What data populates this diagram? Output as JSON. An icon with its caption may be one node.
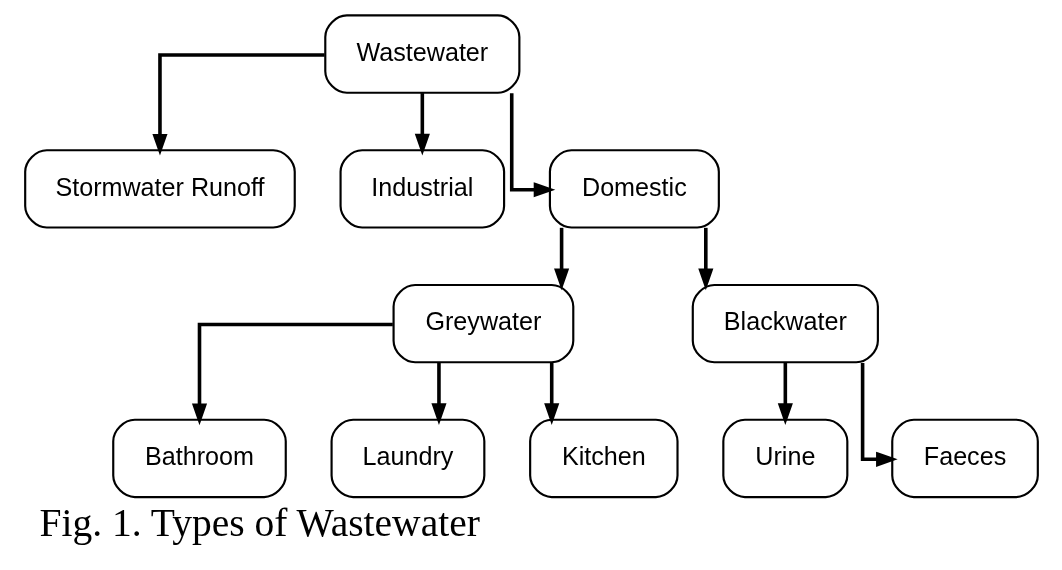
{
  "diagram": {
    "caption": "Fig. 1. Types of Wastewater",
    "nodes": [
      {
        "text": [
          "Wastewater"
        ]
      },
      {
        "text": [
          "Stormwater Runoff"
        ]
      },
      {
        "text": [
          "Industrial"
        ]
      },
      {
        "text": [
          "Domestic"
        ]
      },
      {
        "text": [
          "Greywater"
        ]
      },
      {
        "text": [
          "Blackwater"
        ]
      },
      {
        "text": [
          "Bathroom"
        ]
      },
      {
        "text": [
          "Laundry"
        ]
      },
      {
        "text": [
          "Kitchen"
        ]
      },
      {
        "text": [
          "Urine"
        ]
      },
      {
        "text": [
          "Faeces"
        ]
      }
    ],
    "edges": [
      {
        "from": 0,
        "to": 1,
        "arrow": "to"
      },
      {
        "from": 0,
        "to": 2,
        "arrow": "to"
      },
      {
        "from": 0,
        "to": 3,
        "arrow": "to"
      },
      {
        "from": 3,
        "to": 4,
        "arrow": "to"
      },
      {
        "from": 3,
        "to": 5,
        "arrow": "to"
      },
      {
        "from": 4,
        "to": 6,
        "arrow": "to"
      },
      {
        "from": 4,
        "to": 7,
        "arrow": "to"
      },
      {
        "from": 4,
        "to": 8,
        "arrow": "to"
      },
      {
        "from": 5,
        "to": 9,
        "arrow": "to"
      },
      {
        "from": 5,
        "to": 10,
        "arrow": "to"
      }
    ]
  }
}
